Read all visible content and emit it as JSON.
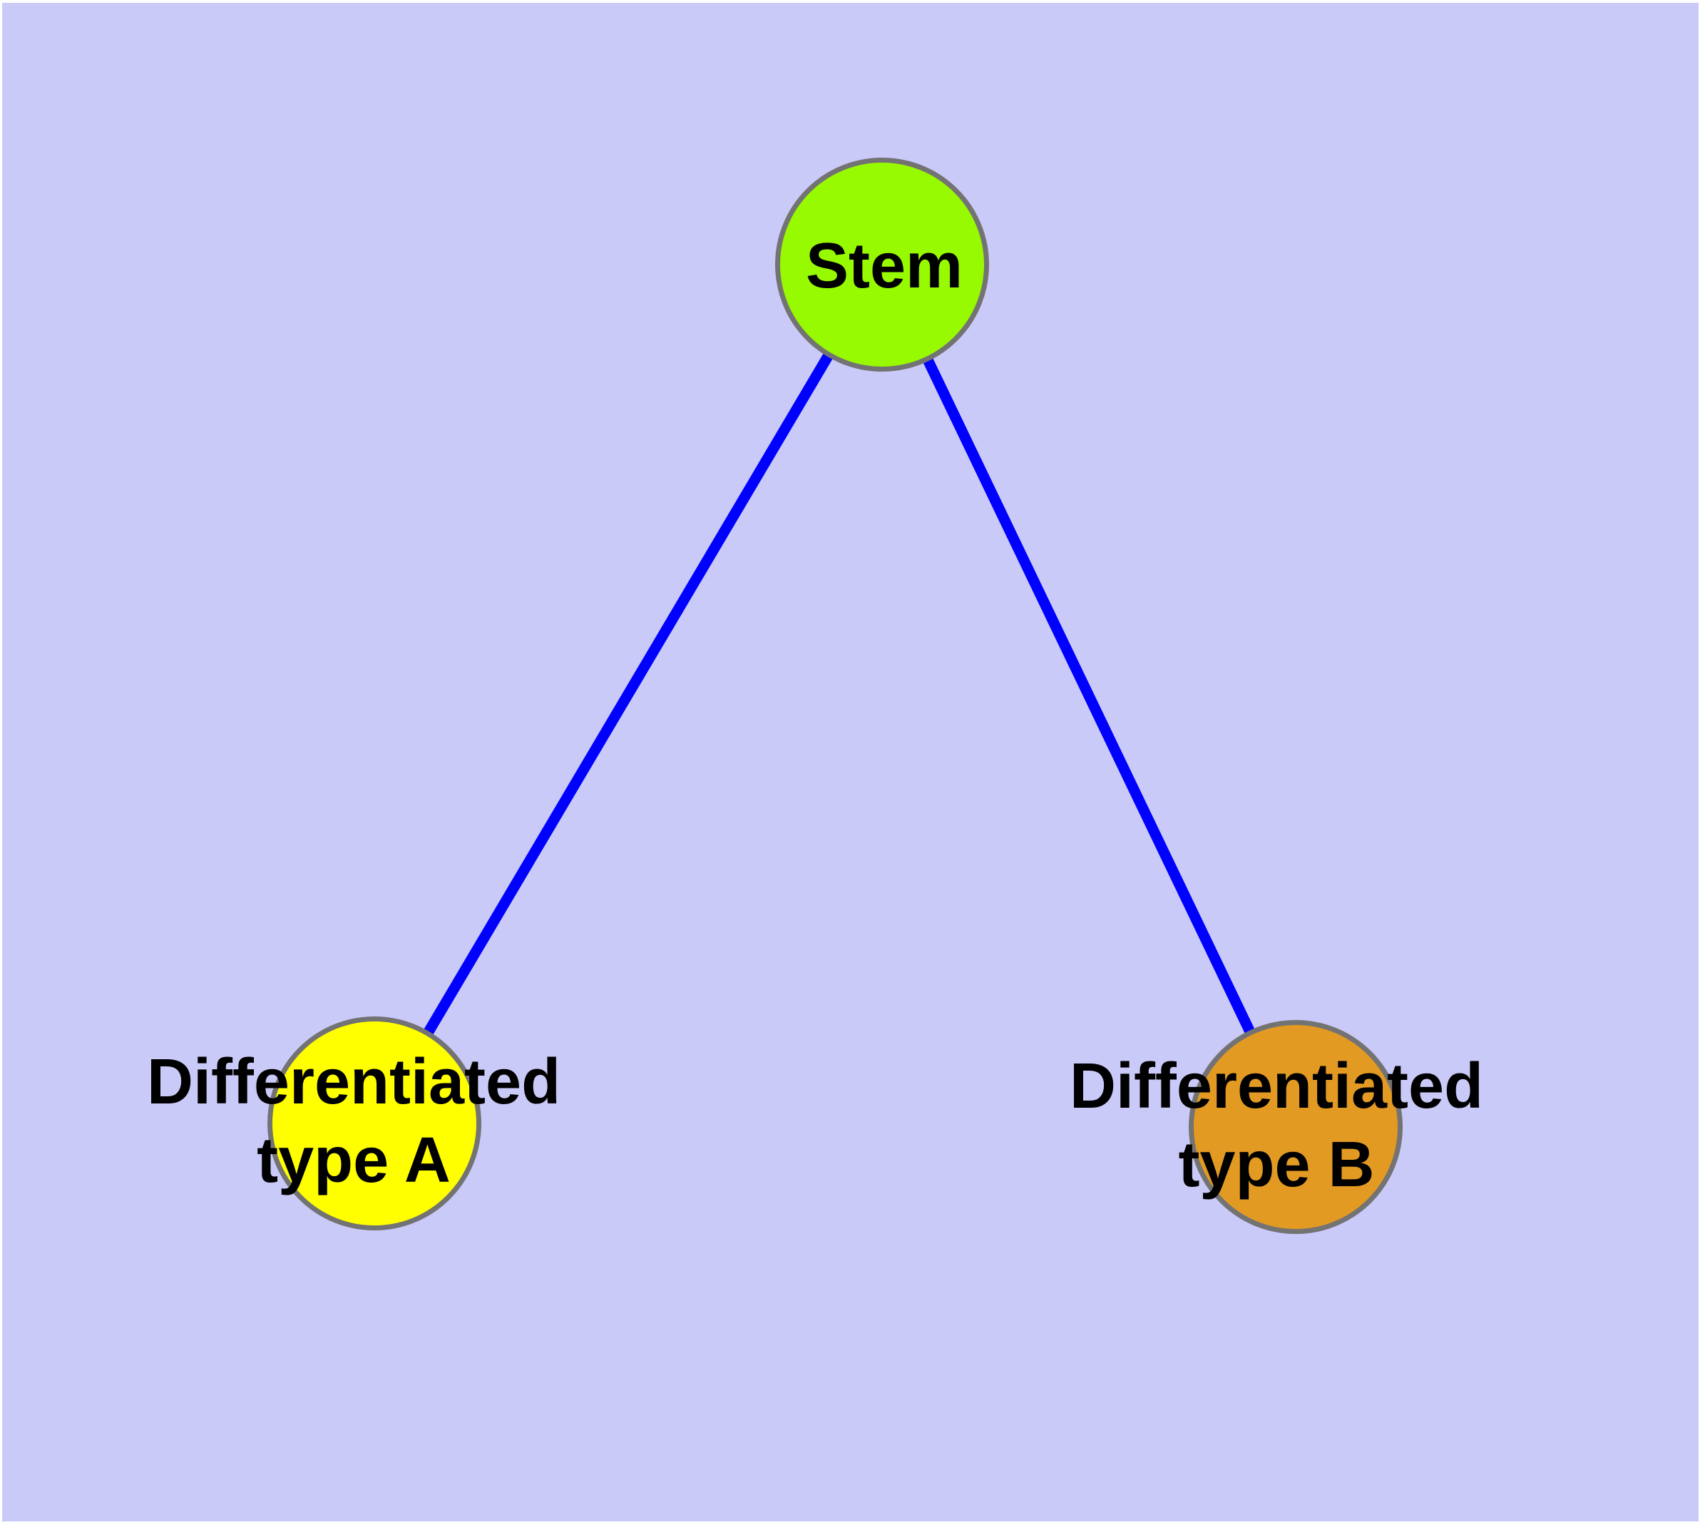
{
  "colors": {
    "frame": "#FFFFFF",
    "background": "#CACAF8",
    "edge": "#0000FF",
    "node_border": "#737373",
    "label_text": "#000000",
    "node_stem": "#98FA00",
    "node_type_a": "#FFFF00",
    "node_type_b": "#E39A23"
  },
  "graph": {
    "type": "node-link-diagram",
    "nodes": [
      {
        "id": "stem",
        "label": "Stem",
        "color": "#98FA00"
      },
      {
        "id": "differentiated-type-a",
        "label": "Differentiated type A",
        "label_line1": "Differentiated",
        "label_line2": "type A",
        "color": "#FFFF00"
      },
      {
        "id": "differentiated-type-b",
        "label": "Differentiated type B",
        "label_line1": "Differentiated",
        "label_line2": "type B",
        "color": "#E39A23"
      }
    ],
    "edges": [
      {
        "from": "stem",
        "to": "differentiated-type-a",
        "color": "#0000FF"
      },
      {
        "from": "stem",
        "to": "differentiated-type-b",
        "color": "#0000FF"
      }
    ]
  }
}
